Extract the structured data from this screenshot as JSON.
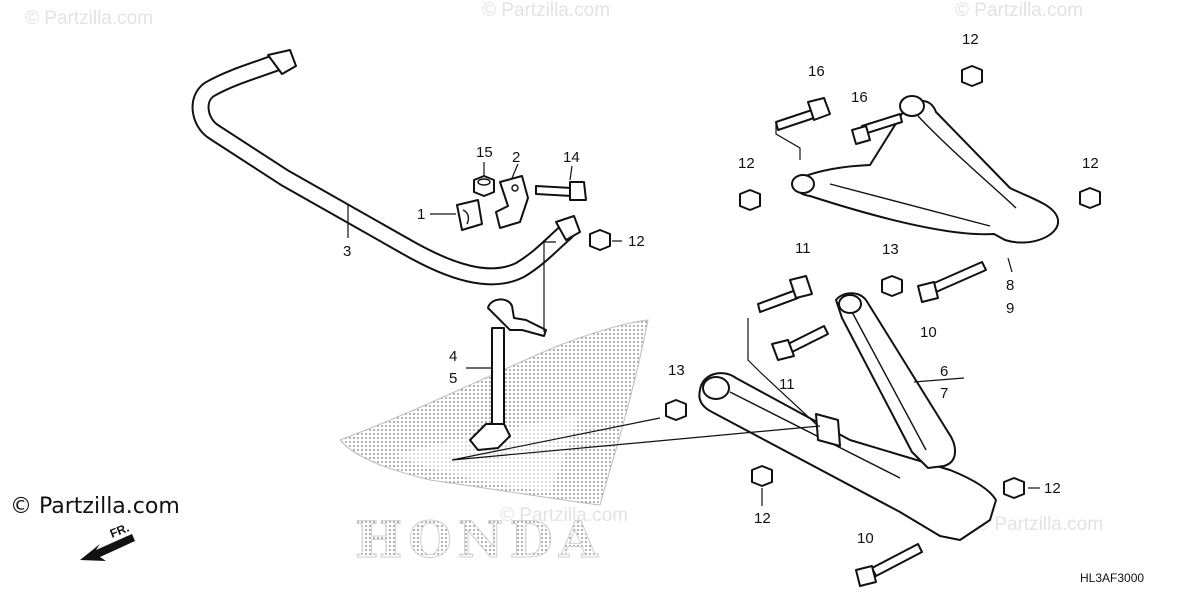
{
  "watermark": {
    "text": "© Partzilla.com"
  },
  "brand": {
    "text": "© Partzilla.com"
  },
  "logo": {
    "text": "HONDA"
  },
  "direction": {
    "label": "FR."
  },
  "diagram_code": "HL3AF3000",
  "callouts": {
    "c1": "1",
    "c2": "2",
    "c3": "3",
    "c4": "4",
    "c5": "5",
    "c6": "6",
    "c7": "7",
    "c8": "8",
    "c9": "9",
    "c10a": "10",
    "c10b": "10",
    "c11a": "11",
    "c11b": "11",
    "c12a": "12",
    "c12b": "12",
    "c12c": "12",
    "c12d": "12",
    "c12e": "12",
    "c12f": "12",
    "c13a": "13",
    "c13b": "13",
    "c14": "14",
    "c15": "15",
    "c16a": "16",
    "c16b": "16"
  }
}
